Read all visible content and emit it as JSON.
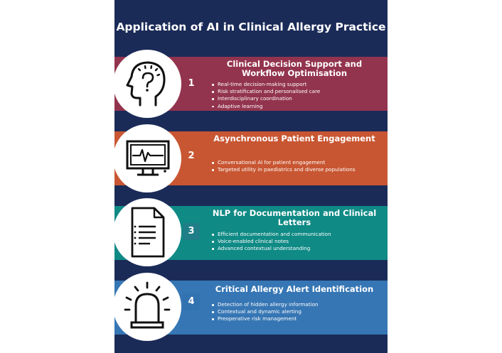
{
  "title": "Application of AI in Clinical Allergy Practice",
  "sections": [
    {
      "number": "1",
      "heading": "Clinical Decision Support and Workflow Optimisation",
      "icon": "head-question-icon",
      "band_color": "#93344f",
      "number_color": "#93344f",
      "bullets": [
        "Real-time decision-making support",
        "Risk stratification and personalised care",
        "Interdisciplinary coordination",
        "Adaptive learning"
      ]
    },
    {
      "number": "2",
      "heading": "Asynchronous Patient Engagement",
      "icon": "monitor-heartbeat-icon",
      "band_color": "#c85632",
      "number_color": "#c85632",
      "bullets": [
        "Conversational AI for patient engagement",
        "Targeted utility in paediatrics and diverse populations"
      ]
    },
    {
      "number": "3",
      "heading": "NLP for Documentation and Clinical Letters",
      "icon": "document-icon",
      "band_color": "#0f8a85",
      "number_color": "#1f7e88",
      "bullets": [
        "Efficient documentation and communication",
        "Voice-enabled clinical notes",
        "Advanced contextual understanding"
      ]
    },
    {
      "number": "4",
      "heading": "Critical Allergy Alert Identification",
      "icon": "alarm-siren-icon",
      "band_color": "#3676b4",
      "number_color": "#3172b0",
      "bullets": [
        "Detection of hidden allergy information",
        "Contextual and dynamic alerting",
        "Preoperative risk management"
      ]
    }
  ]
}
